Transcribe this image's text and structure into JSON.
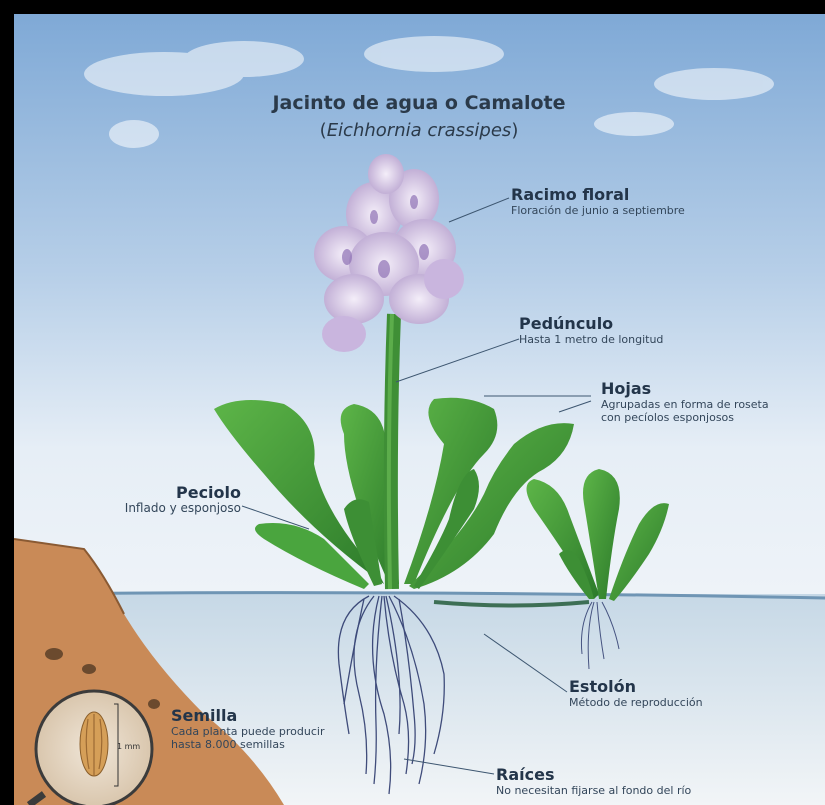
{
  "title": "Jacinto de agua o Camalote",
  "subtitle_open": "(",
  "subtitle_scientific": "Eichhornia crassipes",
  "subtitle_close": ")",
  "labels": {
    "racimo": {
      "name": "Racimo floral",
      "desc": "Floración de junio a septiembre"
    },
    "pedunculo": {
      "name": "Pedúnculo",
      "desc": "Hasta 1 metro de longitud"
    },
    "hojas": {
      "name": "Hojas",
      "desc1": "Agrupadas en forma de roseta",
      "desc2": "con pecíolos esponjosos"
    },
    "peciolo": {
      "name": "Peciolo",
      "desc": "Inflado y esponjoso"
    },
    "estolon": {
      "name": "Estolón",
      "desc": "Método de reproducción"
    },
    "semilla": {
      "name": "Semilla",
      "desc1": "Cada planta puede producir",
      "desc2": "hasta 8.000 semillas"
    },
    "raices": {
      "name": "Raíces",
      "desc": "No necesitan fijarse al fondo del río"
    }
  },
  "scale_label": "1 mm",
  "colors": {
    "sky_top": "#7fa9d6",
    "sky_bottom": "#e9f1f8",
    "water": "#dfe9f1",
    "leaf": "#3f9a3a",
    "leaf_dark": "#2f7a2c",
    "flower": "#d9c9e6",
    "soil": "#c98a57",
    "roots": "#2e3b6e",
    "text": "#23354a"
  }
}
